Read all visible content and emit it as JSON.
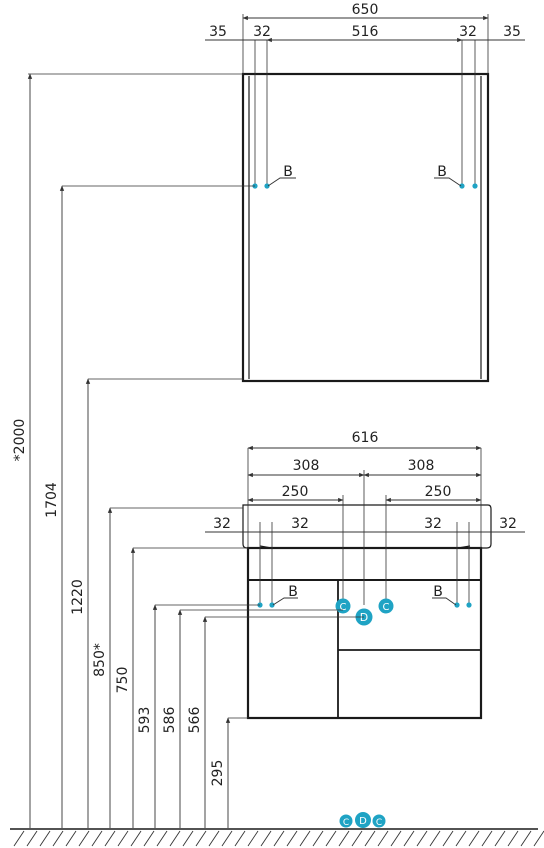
{
  "colors": {
    "line": "#1a1a1a",
    "accent": "#1fa3c4",
    "label_on_accent": "#ffffff"
  },
  "mirror": {
    "dims": {
      "total": "650",
      "side_left": "35",
      "side_right": "35",
      "hole_left": "32",
      "hole_right": "32",
      "center": "516"
    },
    "hole_label": "B"
  },
  "cabinet": {
    "dims": {
      "total": "616",
      "half_left": "308",
      "half_right": "308",
      "basin_left": "250",
      "basin_right": "250",
      "hole_ll": "32",
      "hole_lr": "32",
      "hole_rl": "32",
      "hole_rr": "32"
    },
    "hole_label": "B",
    "connectors": {
      "water_left": "C",
      "drain": "D",
      "water_right": "C"
    }
  },
  "heights": {
    "h2000": "*2000",
    "h1704": "1704",
    "h1220": "1220",
    "h850": "850*",
    "h750": "750",
    "h593": "593",
    "h586": "586",
    "h566": "566",
    "h295": "295"
  },
  "floor_legend": {
    "c1": "C",
    "d": "D",
    "c2": "C"
  }
}
